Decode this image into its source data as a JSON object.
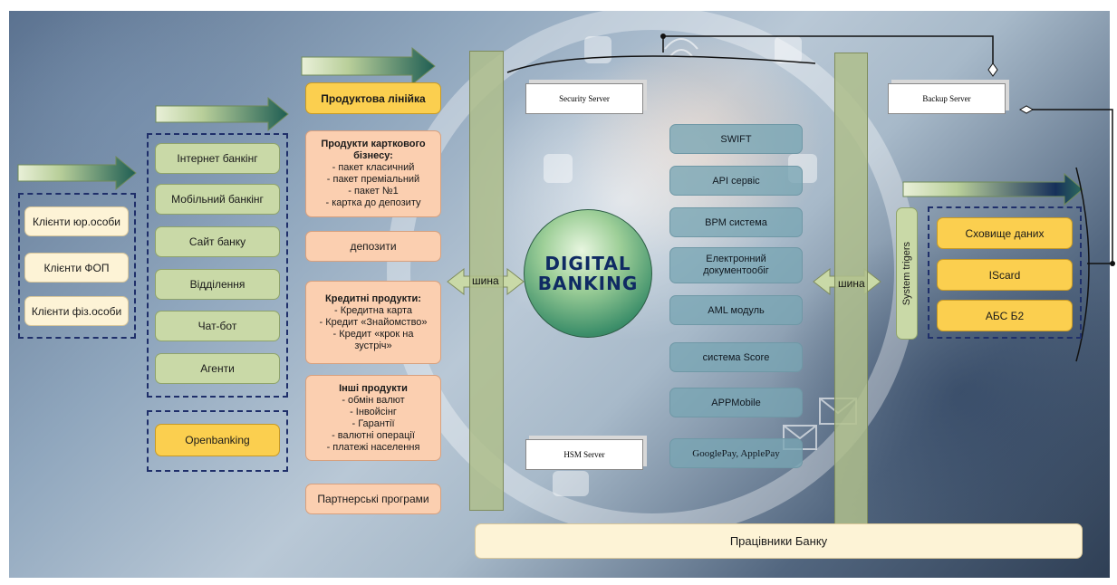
{
  "client_segments": [
    "Клієнти юр.особи",
    "Клієнти ФОП",
    "Клієнти фіз.особи"
  ],
  "channels": [
    "Інтернет банкінг",
    "Мобільний банкінг",
    "Сайт банку",
    "Відділення",
    "Чат-бот",
    "Агенти"
  ],
  "openbanking": "Openbanking",
  "product_line": "Продуктова лінійка",
  "products": {
    "card_title": "Продукти карткового бізнесу:",
    "card_items": [
      "- пакет класичний",
      "- пакет преміальний",
      "- пакет №1",
      "- картка до депозиту"
    ],
    "deposits": "депозити",
    "credit_title": "Кредитні продукти:",
    "credit_items": [
      "- Кредитна карта",
      "- Кредит «Знайомство»",
      "- Кредит «крок на",
      "зустріч»"
    ],
    "other_title": "Інші продукти",
    "other_items": [
      "- обмін валют",
      "- Інвойсінг",
      "- Гарантії",
      "- валютні операції",
      "- платежі населення"
    ],
    "partners": "Партнерські програми"
  },
  "bus_label": "шина",
  "core": {
    "line1": "DIGITAL",
    "line2": "BANKING"
  },
  "servers": {
    "security": "Security Server",
    "hsm": "HSM Server",
    "backup": "Backup Server"
  },
  "services": [
    "SWIFT",
    "API сервіс",
    "BPM система",
    "Електронний документообіг",
    "AML модуль",
    "система Score",
    "APPMobile",
    "GooglePay, ApplePay"
  ],
  "system_triggers": "System trigers",
  "storage": [
    "Сховище даних",
    "IScard",
    "АБС Б2"
  ],
  "employees": "Працівники Банку",
  "colors": {
    "accent_arrow": "#2e6b5e",
    "dashed_border": "#1f2f6a",
    "gold": "#fbcf4f",
    "green": "#c9d9a7",
    "cream": "#fdf3d6"
  }
}
